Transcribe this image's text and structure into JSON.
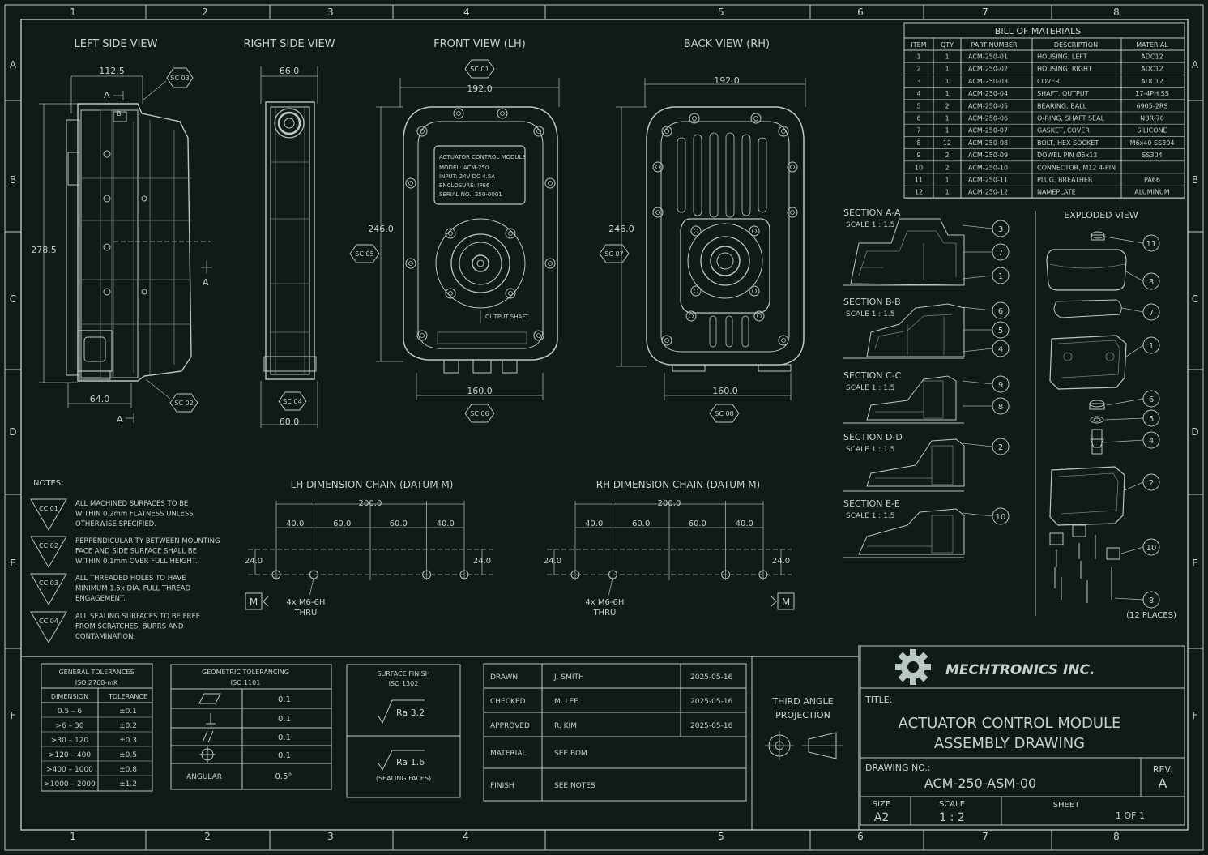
{
  "zones": {
    "columns": [
      "1",
      "2",
      "3",
      "4",
      "5",
      "6",
      "7",
      "8"
    ],
    "rows": [
      "A",
      "B",
      "C",
      "D",
      "E",
      "F"
    ]
  },
  "views": {
    "left_side": "LEFT SIDE VIEW",
    "right_side": "RIGHT SIDE VIEW",
    "front": "FRONT VIEW (LH)",
    "back": "BACK VIEW (RH)"
  },
  "dimensions": {
    "left_width": "112.5",
    "left_height": "278.5",
    "left_bottom": "64.0",
    "right_width": "66.0",
    "right_bottom": "60.0",
    "front_width": "192.0",
    "front_height": "246.0",
    "front_bottom": "160.0",
    "back_width": "192.0",
    "back_height": "246.0",
    "back_bottom": "160.0"
  },
  "section_markers": {
    "a": "A",
    "b": "B"
  },
  "sc_tags": [
    "SC 01",
    "SC 02",
    "SC 03",
    "SC 04",
    "SC 05",
    "SC 06",
    "SC 07",
    "SC 08"
  ],
  "nameplate": {
    "line1": "ACTUATOR CONTROL MODULE",
    "line2": "MODEL:  ACM-250",
    "line3": "INPUT:  24V DC    4.5A",
    "line4": "ENCLOSURE:  IP66",
    "line5": "SERIAL NO.:  250-0001"
  },
  "output_shaft": "OUTPUT SHAFT",
  "bom": {
    "title": "BILL OF MATERIALS",
    "headers": [
      "ITEM",
      "QTY",
      "PART NUMBER",
      "DESCRIPTION",
      "MATERIAL"
    ],
    "rows": [
      [
        "1",
        "1",
        "ACM-250-01",
        "HOUSING, LEFT",
        "ADC12"
      ],
      [
        "2",
        "1",
        "ACM-250-02",
        "HOUSING, RIGHT",
        "ADC12"
      ],
      [
        "3",
        "1",
        "ACM-250-03",
        "COVER",
        "ADC12"
      ],
      [
        "4",
        "1",
        "ACM-250-04",
        "SHAFT, OUTPUT",
        "17-4PH SS"
      ],
      [
        "5",
        "2",
        "ACM-250-05",
        "BEARING, BALL",
        "6905-2RS"
      ],
      [
        "6",
        "1",
        "ACM-250-06",
        "O-RING, SHAFT SEAL",
        "NBR-70"
      ],
      [
        "7",
        "1",
        "ACM-250-07",
        "GASKET, COVER",
        "SILICONE"
      ],
      [
        "8",
        "12",
        "ACM-250-08",
        "BOLT, HEX SOCKET",
        "M6x40 SS304"
      ],
      [
        "9",
        "2",
        "ACM-250-09",
        "DOWEL PIN Ø6x12",
        "SS304"
      ],
      [
        "10",
        "2",
        "ACM-250-10",
        "CONNECTOR, M12 4-PIN",
        ""
      ],
      [
        "11",
        "1",
        "ACM-250-11",
        "PLUG, BREATHER",
        "PA66"
      ],
      [
        "12",
        "1",
        "ACM-250-12",
        "NAMEPLATE",
        "ALUMINUM"
      ]
    ]
  },
  "sections": [
    {
      "title": "SECTION A-A",
      "scale": "SCALE 1 : 1.5",
      "balloons": [
        "3",
        "7",
        "1"
      ]
    },
    {
      "title": "SECTION B-B",
      "scale": "SCALE 1 : 1.5",
      "balloons": [
        "6",
        "5",
        "4"
      ]
    },
    {
      "title": "SECTION C-C",
      "scale": "SCALE 1 : 1.5",
      "balloons": [
        "9",
        "8"
      ]
    },
    {
      "title": "SECTION D-D",
      "scale": "SCALE 1 : 1.5",
      "balloons": [
        "2"
      ]
    },
    {
      "title": "SECTION E-E",
      "scale": "SCALE 1 : 1.5",
      "balloons": [
        "10"
      ]
    }
  ],
  "exploded": {
    "title": "EXPLODED VIEW",
    "balloons": [
      "11",
      "3",
      "7",
      "1",
      "6",
      "5",
      "4",
      "2",
      "10",
      "8"
    ],
    "places": "(12 PLACES)"
  },
  "notes": {
    "title": "NOTES:",
    "items": [
      {
        "tag": "CC 01",
        "lines": [
          "ALL MACHINED SURFACES TO BE",
          "WITHIN 0.2mm FLATNESS UNLESS",
          "OTHERWISE SPECIFIED."
        ]
      },
      {
        "tag": "CC 02",
        "lines": [
          "PERPENDICULARITY BETWEEN MOUNTING",
          "FACE AND SIDE SURFACE SHALL BE",
          "WITHIN 0.1mm OVER FULL HEIGHT."
        ]
      },
      {
        "tag": "CC 03",
        "lines": [
          "ALL THREADED HOLES TO HAVE",
          "MINIMUM 1.5x DIA. FULL THREAD",
          "ENGAGEMENT."
        ]
      },
      {
        "tag": "CC 04",
        "lines": [
          "ALL SEALING SURFACES TO BE FREE",
          "FROM SCRATCHES, BURRS AND",
          "CONTAMINATION."
        ]
      }
    ]
  },
  "chains": {
    "lh": {
      "title": "LH DIMENSION CHAIN  (DATUM  M)",
      "total": "200.0",
      "segs": [
        "40.0",
        "60.0",
        "60.0",
        "40.0"
      ],
      "side": "24.0",
      "holes": "4x M6-6H",
      "thru": "THRU",
      "datum": "M"
    },
    "rh": {
      "title": "RH DIMENSION CHAIN  (DATUM  M)",
      "total": "200.0",
      "segs": [
        "40.0",
        "60.0",
        "60.0",
        "40.0"
      ],
      "side": "24.0",
      "holes": "4x M6-6H",
      "thru": "THRU",
      "datum": "M"
    }
  },
  "tolerances": {
    "title1": "GENERAL TOLERANCES",
    "title2": "ISO 2768-mK",
    "headers": [
      "DIMENSION",
      "TOLERANCE"
    ],
    "rows": [
      [
        "0.5  –  6",
        "±0.1"
      ],
      [
        ">6  –  30",
        "±0.2"
      ],
      [
        ">30  –  120",
        "±0.3"
      ],
      [
        ">120  –  400",
        "±0.5"
      ],
      [
        ">400  –  1000",
        "±0.8"
      ],
      [
        ">1000  –  2000",
        "±1.2"
      ]
    ]
  },
  "geometric": {
    "title1": "GEOMETRIC TOLERANCING",
    "title2": "ISO 1101",
    "rows": [
      "0.1",
      "0.1",
      "0.1",
      "0.1"
    ],
    "angular_label": "ANGULAR",
    "angular_value": "0.5°"
  },
  "surface": {
    "title1": "SURFACE FINISH",
    "title2": "ISO 1302",
    "ra1": "Ra 3.2",
    "ra2": "Ra 1.6",
    "ra2_note": "(SEALING FACES)"
  },
  "approval": {
    "rows": [
      {
        "label": "DRAWN",
        "name": "J. SMITH",
        "date": "2025-05-16"
      },
      {
        "label": "CHECKED",
        "name": "M. LEE",
        "date": "2025-05-16"
      },
      {
        "label": "APPROVED",
        "name": "R. KIM",
        "date": "2025-05-16"
      }
    ],
    "material_label": "MATERIAL",
    "material_value": "SEE BOM",
    "finish_label": "FINISH",
    "finish_value": "SEE NOTES"
  },
  "projection": {
    "line1": "THIRD ANGLE",
    "line2": "PROJECTION"
  },
  "title_block": {
    "company": "MECHTRONICS INC.",
    "title_label": "TITLE:",
    "title1": "ACTUATOR CONTROL MODULE",
    "title2": "ASSEMBLY DRAWING",
    "dwg_label": "DRAWING NO.:",
    "dwg_no": "ACM-250-ASM-00",
    "rev_label": "REV.",
    "rev": "A",
    "size_label": "SIZE",
    "size": "A2",
    "scale_label": "SCALE",
    "scale": "1 : 2",
    "sheet_label": "SHEET",
    "sheet": "1 OF 1"
  },
  "colors": {
    "background": "#101a17",
    "line": "#b9c8c2",
    "text": "#c4d2cc"
  }
}
